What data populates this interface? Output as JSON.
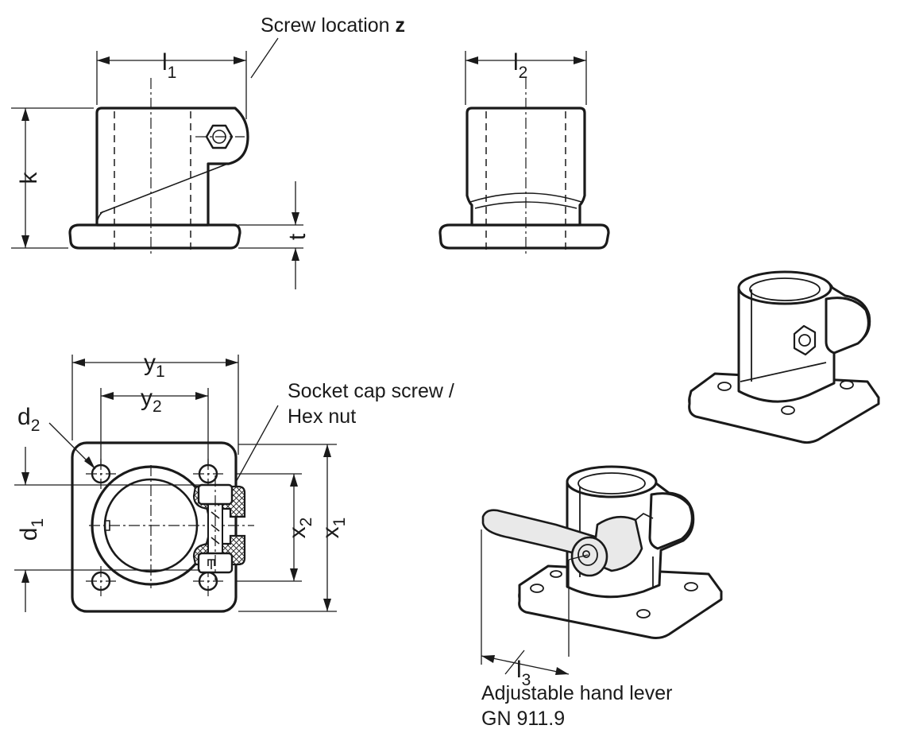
{
  "labels": {
    "screw_location": "Screw location",
    "screw_location_var": "z",
    "socket_cap_screw": "Socket cap screw /",
    "hex_nut": "Hex nut",
    "adjustable_hand_lever": "Adjustable hand lever",
    "lever_part_no": "GN 911.9"
  },
  "dimensions": {
    "l1": {
      "base": "l",
      "sub": "1"
    },
    "l2": {
      "base": "l",
      "sub": "2"
    },
    "l3": {
      "base": "l",
      "sub": "3"
    },
    "k": {
      "base": "k",
      "sub": ""
    },
    "t": {
      "base": "t",
      "sub": ""
    },
    "y1": {
      "base": "y",
      "sub": "1"
    },
    "y2": {
      "base": "y",
      "sub": "2"
    },
    "x1": {
      "base": "x",
      "sub": "1"
    },
    "x2": {
      "base": "x",
      "sub": "2"
    },
    "d1": {
      "base": "d",
      "sub": "1"
    },
    "d2": {
      "base": "d",
      "sub": "2"
    }
  }
}
